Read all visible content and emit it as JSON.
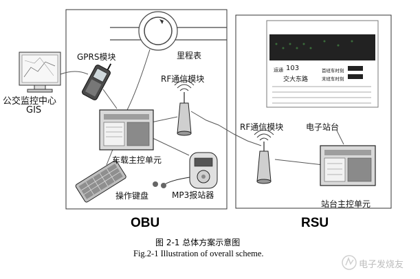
{
  "labels": {
    "center": "公交监控中心",
    "gis": "GIS",
    "gprs": "GPRS模块",
    "odometer": "里程表",
    "rf_obu": "RF通信模块",
    "vehicle_unit": "车载主控单元",
    "keyboard": "操作键盘",
    "mp3": "MP3报站器",
    "rf_rsu": "RF通信模块",
    "e_station": "电子站台",
    "station_unit": "站台主控单元",
    "obu": "OBU",
    "rsu": "RSU"
  },
  "sign": {
    "route_prefix": "运通",
    "route_no": "103",
    "station": "交大东路",
    "first_bus": "首班车时刻",
    "last_bus": "末班车时刻"
  },
  "caption": {
    "cn": "图 2-1    总体方案示意图",
    "en": "Fig.2-1    Illustration of overall scheme."
  },
  "watermark": "电子发烧友"
}
